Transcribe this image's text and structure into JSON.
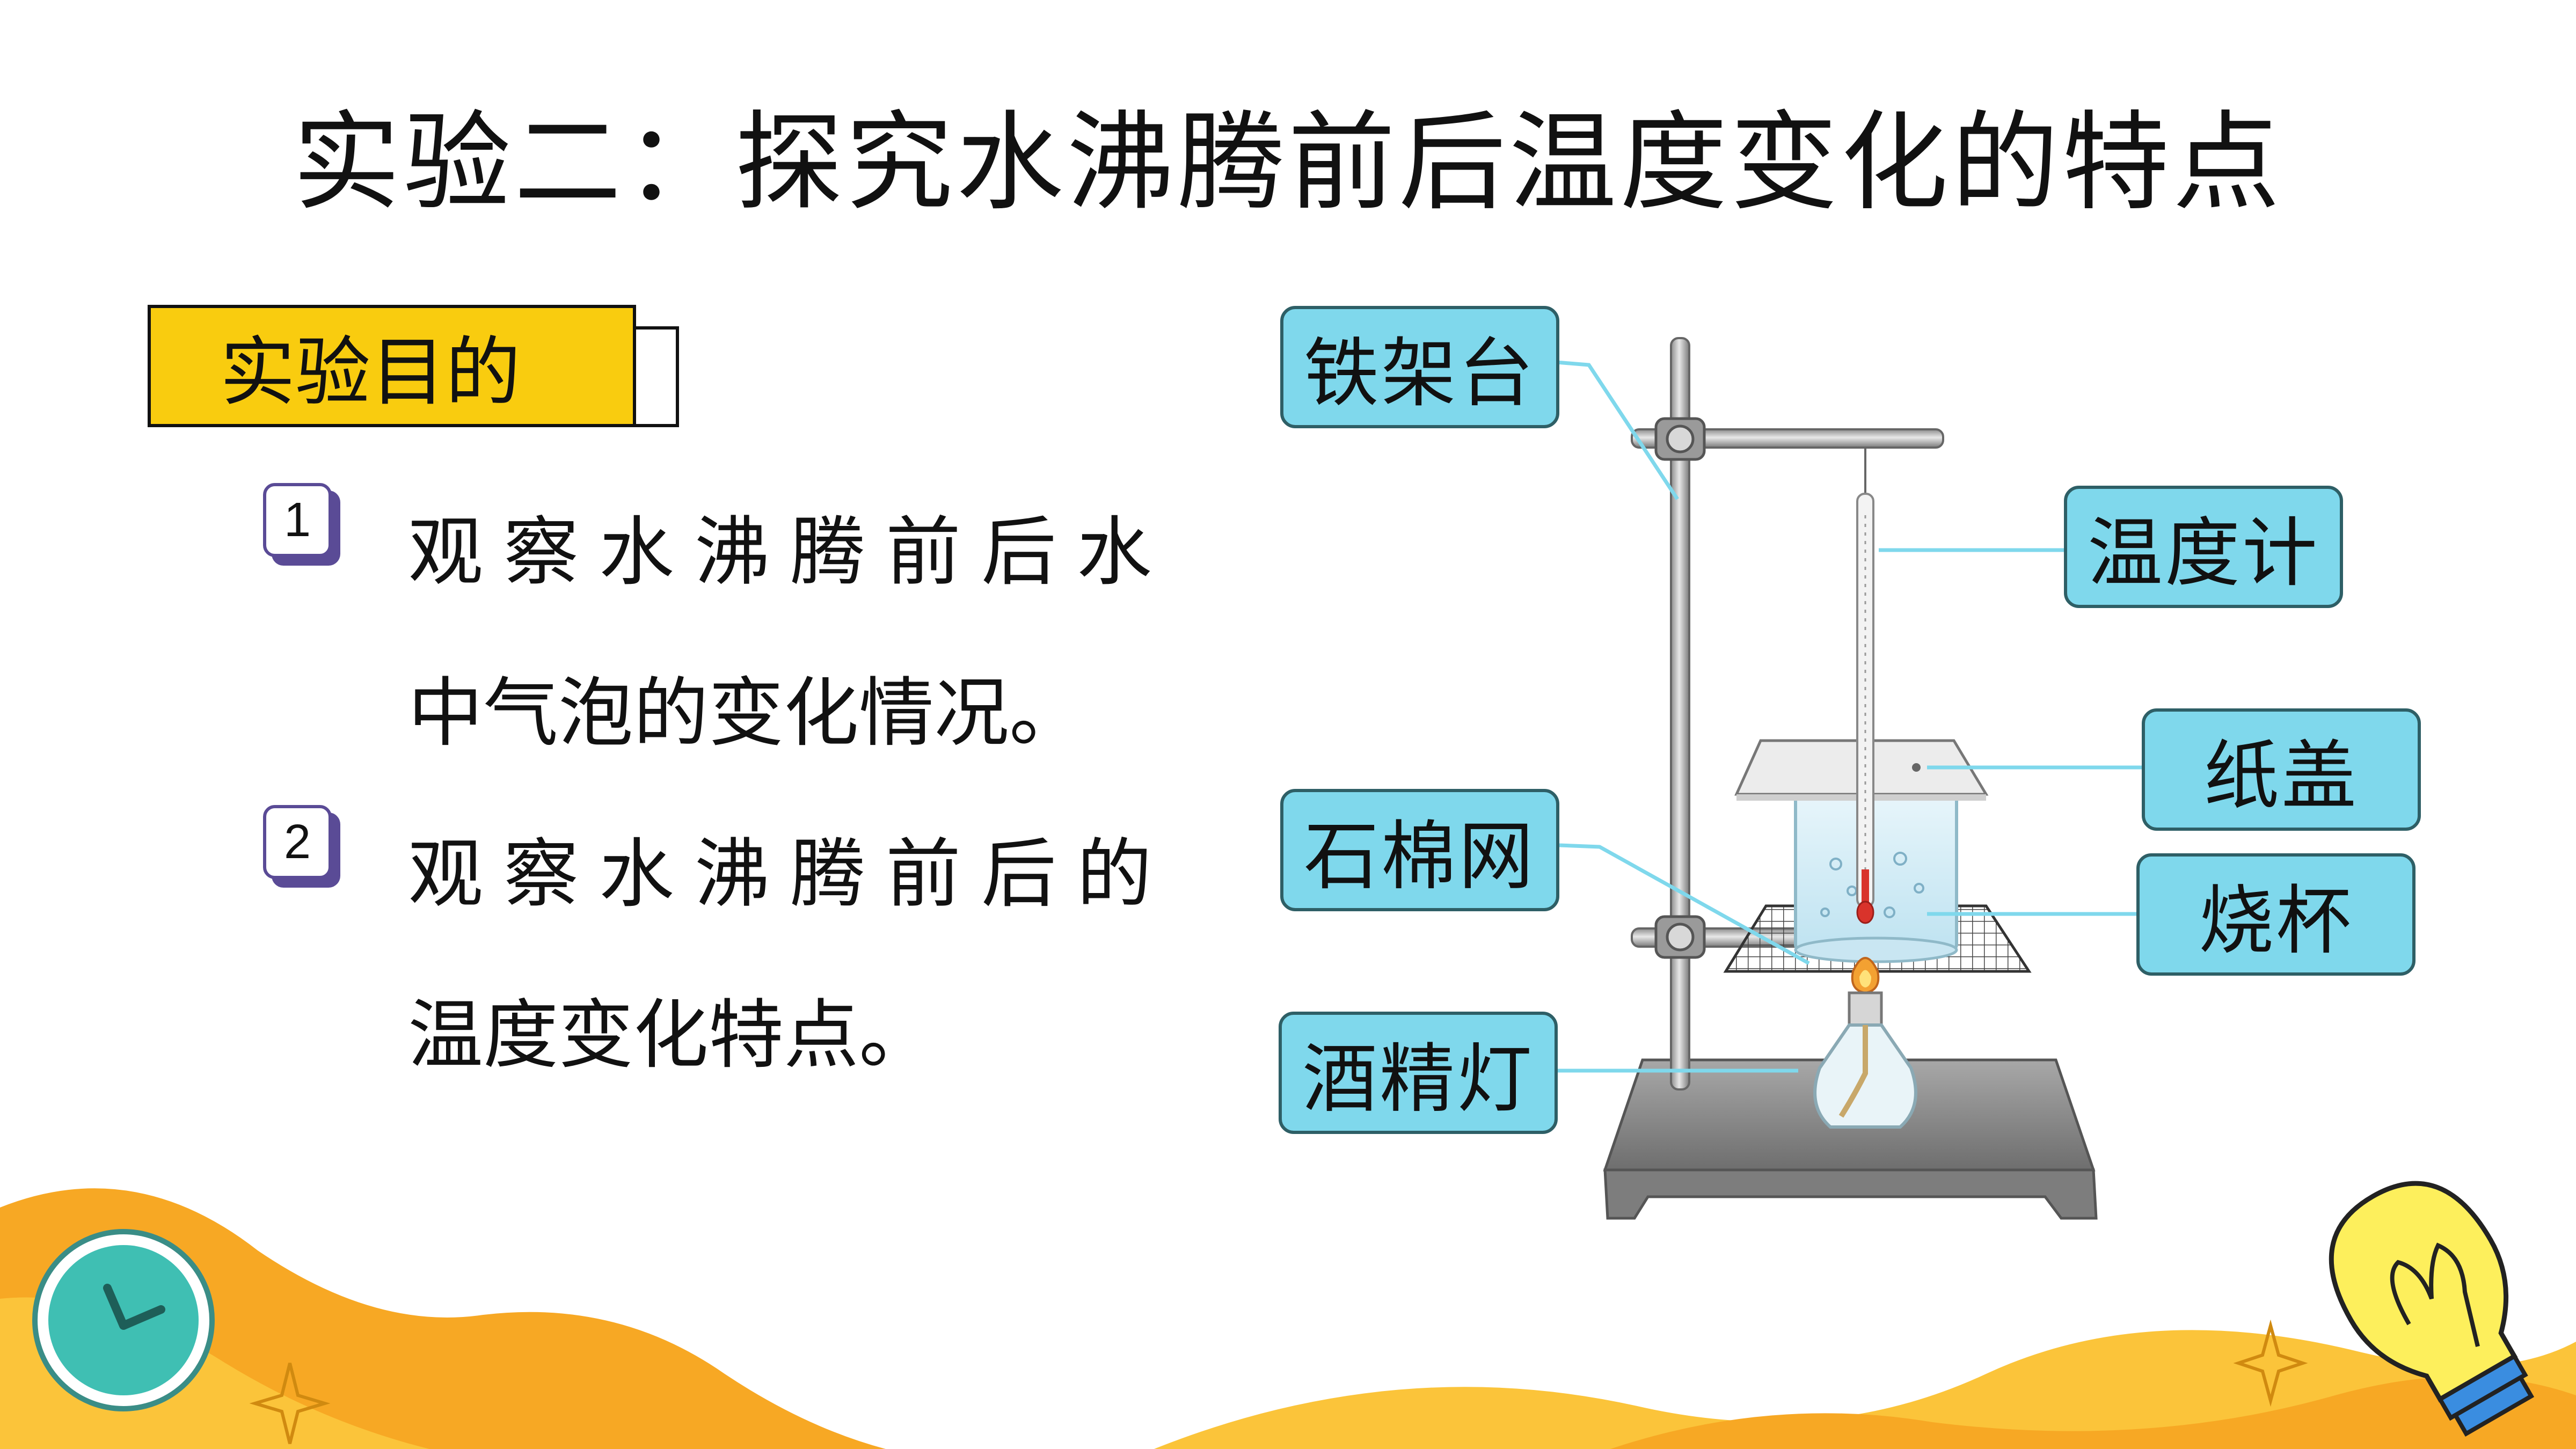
{
  "slide": {
    "title": "实验二：探究水沸腾前后温度变化的特点"
  },
  "objective": {
    "tag": "实验目的",
    "items": [
      {
        "number": "1",
        "line1": "观察水沸腾前后水",
        "line2": "中气泡的变化情况。"
      },
      {
        "number": "2",
        "line1": "观察水沸腾前后的",
        "line2": "温度变化特点。"
      }
    ]
  },
  "apparatus": {
    "labels": {
      "stand": "铁架台",
      "thermometer": "温度计",
      "cover": "纸盖",
      "gauze": "石棉网",
      "beaker": "烧杯",
      "lamp": "酒精灯"
    }
  },
  "decor": {
    "icons": [
      "clock-icon",
      "lightbulb-icon",
      "sparkle-icon"
    ],
    "colors": {
      "accent_yellow": "#f9cc0f",
      "label_blue": "#7fd8ec",
      "badge_purple": "#5a4b96",
      "wave_orange": "#f7a824",
      "wave_yellow": "#fbc43a",
      "clock_teal": "#3fbfb3"
    }
  }
}
